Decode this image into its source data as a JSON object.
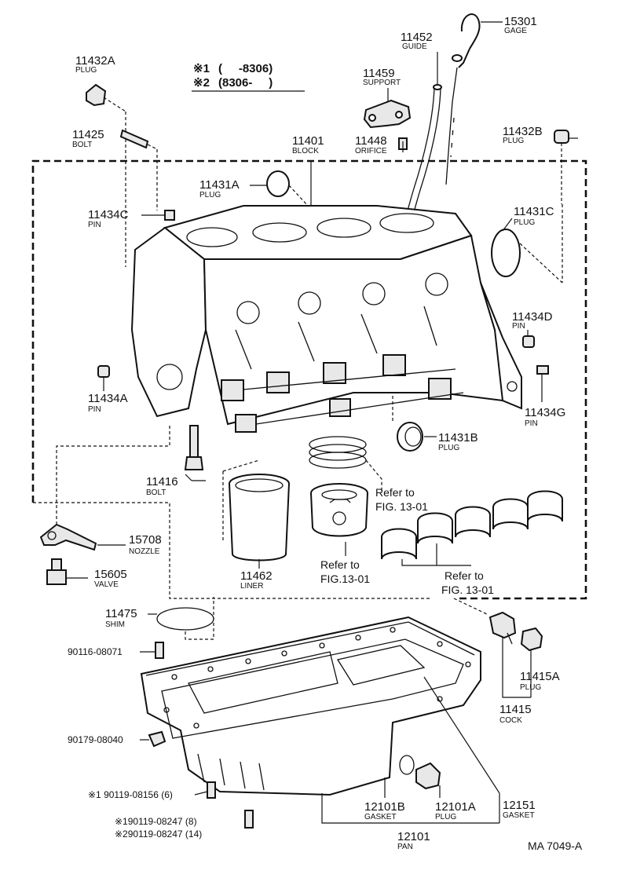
{
  "legend": {
    "line1_mark": "※1",
    "line1_text": "(     -8306)",
    "line2_mark": "※2",
    "line2_text": "(8306-     )"
  },
  "labels": {
    "p15301": {
      "num": "15301",
      "name": "GAGE"
    },
    "p11452": {
      "num": "11452",
      "name": "GUIDE"
    },
    "p11459": {
      "num": "11459",
      "name": "SUPPORT"
    },
    "p11432A": {
      "num": "11432A",
      "name": "PLUG"
    },
    "p11425": {
      "num": "11425",
      "name": "BOLT"
    },
    "p11401": {
      "num": "11401",
      "name": "BLOCK"
    },
    "p11448": {
      "num": "11448",
      "name": "ORIFICE"
    },
    "p11432B": {
      "num": "11432B",
      "name": "PLUG"
    },
    "p11431A": {
      "num": "11431A",
      "name": "PLUG"
    },
    "p11434C": {
      "num": "11434C",
      "name": "PIN"
    },
    "p11431C": {
      "num": "11431C",
      "name": "PLUG"
    },
    "p11434D": {
      "num": "11434D",
      "name": "PIN"
    },
    "p11434A": {
      "num": "11434A",
      "name": "PIN"
    },
    "p11434G": {
      "num": "11434G",
      "name": "PIN"
    },
    "p11431B": {
      "num": "11431B",
      "name": "PLUG"
    },
    "p11416": {
      "num": "11416",
      "name": "BOLT"
    },
    "p15708": {
      "num": "15708",
      "name": "NOZZLE"
    },
    "p15605": {
      "num": "15605",
      "name": "VALVE"
    },
    "p11462": {
      "num": "11462",
      "name": "LINER"
    },
    "p11475": {
      "num": "11475",
      "name": "SHIM"
    },
    "p11415A": {
      "num": "11415A",
      "name": "PLUG"
    },
    "p11415": {
      "num": "11415",
      "name": "COCK"
    },
    "p12101B": {
      "num": "12101B",
      "name": "GASKET"
    },
    "p12101A": {
      "num": "12101A",
      "name": "PLUG"
    },
    "p12151": {
      "num": "12151",
      "name": "GASKET"
    },
    "p12101": {
      "num": "12101",
      "name": "PAN"
    }
  },
  "refs": {
    "r1_line1": "Refer to",
    "r1_line2": "FIG. 13-01",
    "r2_line1": "Refer to",
    "r2_line2": "FIG.13-01",
    "r3_line1": "Refer to",
    "r3_line2": "FIG. 13-01"
  },
  "fasteners": {
    "f1": "90116-08071",
    "f2": "90179-08040",
    "f3": "※1 90119-08156 (6)",
    "f4": "※190119-08247 (8)",
    "f5": "※290119-08247 (14)"
  },
  "figure_code": "MA 7049-A"
}
